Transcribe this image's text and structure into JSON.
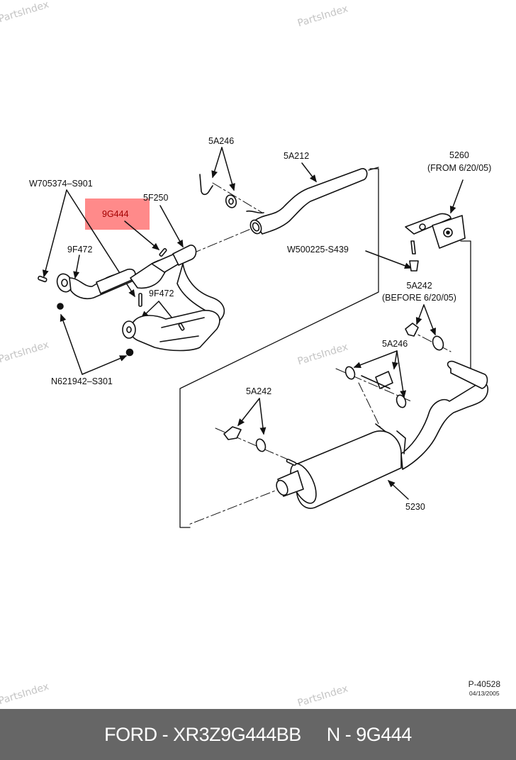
{
  "watermark": "PartsIndex",
  "highlight": {
    "part": "9G444",
    "color": "#ff3c3c"
  },
  "callouts": {
    "w705374": "W705374–S901",
    "p9f472_upper": "9F472",
    "p9f472_lower": "9F472",
    "p5f250": "5F250",
    "p5a246_top": "5A246",
    "p5a212": "5A212",
    "p5260": "5260",
    "p5260_note": "(FROM 6/20/05)",
    "w500225": "W500225-S439",
    "p5a242_right": "5A242",
    "p5a242_right_note": "(BEFORE 6/20/05)",
    "n621942": "N621942–S301",
    "p5a246_mid": "5A246",
    "p5a242_left": "5A242",
    "p5230": "5230"
  },
  "reference": {
    "number": "P-40528",
    "date": "04/13/2005"
  },
  "footer": {
    "brand_part": "FORD - XR3Z9G444BB",
    "generic_part": "N - 9G444",
    "background": "#666666"
  }
}
